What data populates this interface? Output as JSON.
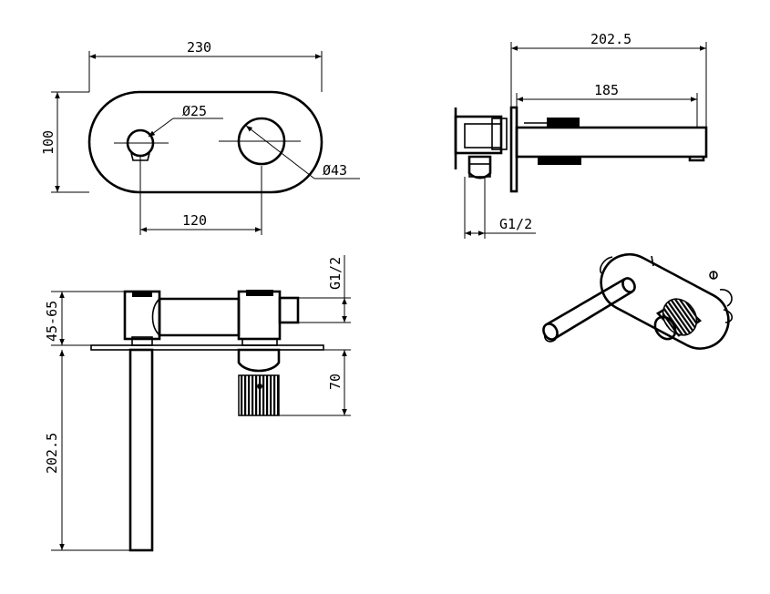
{
  "drawing": {
    "line_color": "#000000",
    "background": "#ffffff"
  },
  "front_view": {
    "plate_width": "230",
    "plate_height": "100",
    "spout_hole_diameter": "Ø25",
    "handle_hole_diameter": "Ø43",
    "hole_spacing": "120"
  },
  "side_view": {
    "spout_projection_total": "202.5",
    "spout_projection_from_plate": "185",
    "inlet_thread": "G1/2"
  },
  "top_view": {
    "wall_depth": "45-65",
    "inlet_thread": "G1/2",
    "body_depth": "70",
    "spout_length": "202.5"
  }
}
